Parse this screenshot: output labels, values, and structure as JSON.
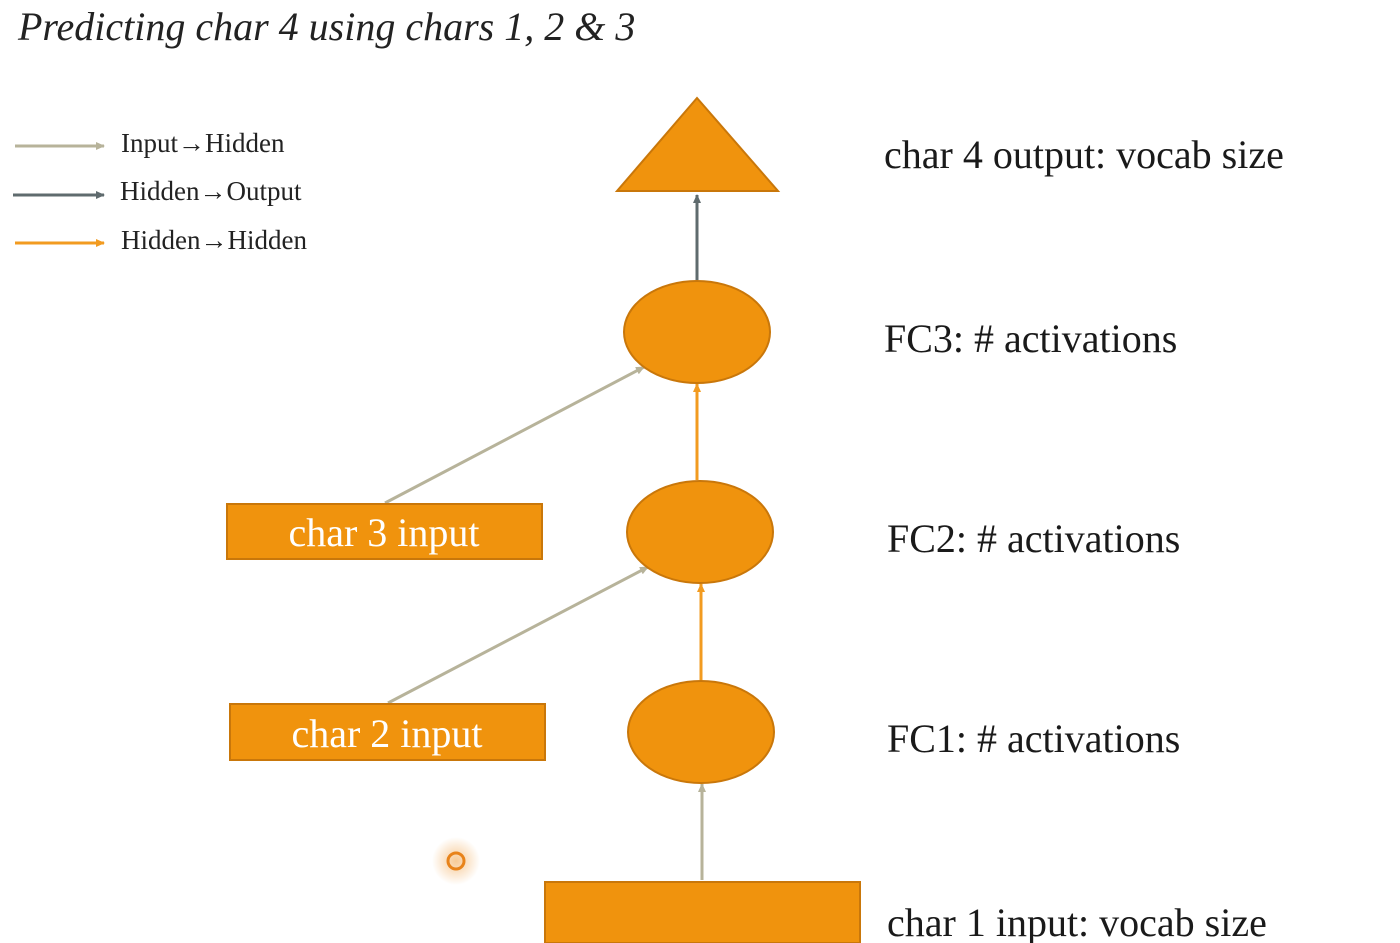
{
  "title": "Predicting char 4 using chars 1, 2 & 3",
  "legend": [
    {
      "label": "Input→Hidden",
      "color": "#b7b39a"
    },
    {
      "label": "Hidden→Output",
      "color": "#5f6b6e"
    },
    {
      "label": "Hidden→Hidden",
      "color": "#f29b20"
    }
  ],
  "colors": {
    "node_fill": "#f0930d",
    "node_stroke": "#c9770a",
    "input_to_hidden": "#b7b39a",
    "hidden_to_output": "#5f6b6e",
    "hidden_to_hidden": "#f29b20"
  },
  "layers": {
    "output": "char 4 output: vocab size",
    "fc3": "FC3: # activations",
    "fc2": "FC2: # activations",
    "fc1": "FC1: # activations",
    "char1": "char 1 input: vocab size"
  },
  "inputs": {
    "char3": "char 3 input",
    "char2": "char 2 input"
  }
}
